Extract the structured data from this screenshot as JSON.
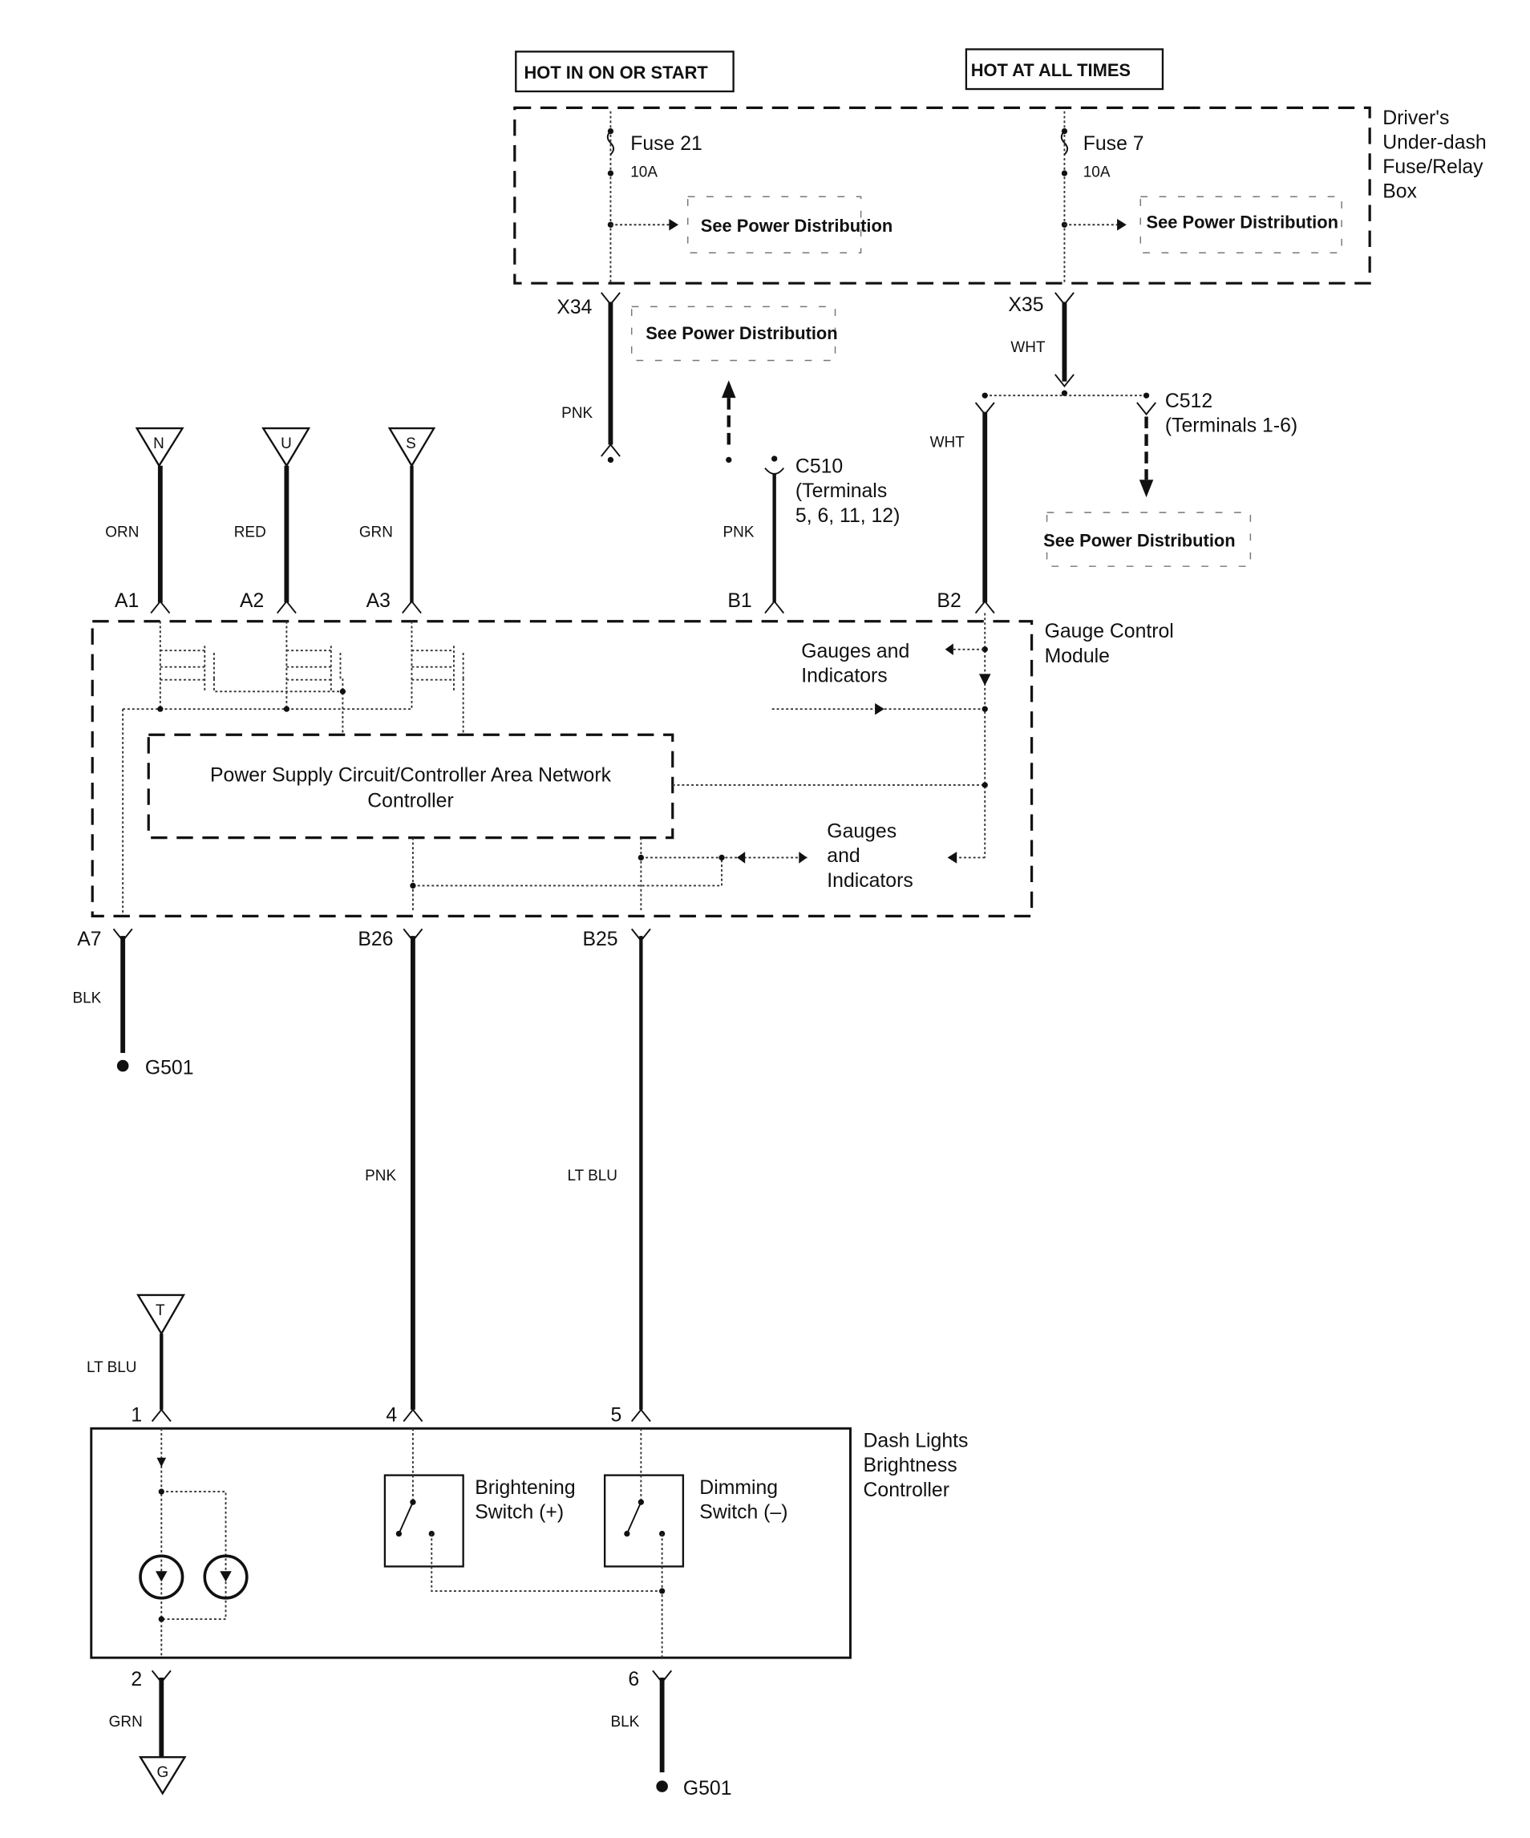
{
  "diagram": {
    "title": "Dash Lights Brightness Controller Circuit",
    "power_labels": {
      "ign": "HOT IN ON OR START",
      "bat": "HOT AT ALL TIMES"
    },
    "fuse_box": {
      "label_lines": [
        "Driver's",
        "Under-dash",
        "Fuse/Relay",
        "Box"
      ]
    },
    "fuses": [
      {
        "name": "Fuse 21",
        "rating": "10A"
      },
      {
        "name": "Fuse 7",
        "rating": "10A"
      }
    ],
    "see_power": "See Power Distribution",
    "connectors": {
      "x34": "X34",
      "x35": "X35",
      "c510": "C510",
      "c510_terms_1": "(Terminals",
      "c510_terms_2": "5, 6, 11, 12)",
      "c512": "C512",
      "c512_terms": "(Terminals 1-6)"
    },
    "wires": {
      "x34": "PNK",
      "x35": "WHT",
      "b2": "WHT",
      "b1": "PNK",
      "a1": "ORN",
      "a2": "RED",
      "a3": "GRN",
      "a7": "BLK",
      "b26": "PNK",
      "b25": "LT BLU",
      "t1": "LT BLU",
      "t2": "GRN",
      "t6": "BLK"
    },
    "flags": {
      "n": "N",
      "u": "U",
      "s": "S",
      "t": "T",
      "g": "G"
    },
    "pins": {
      "a1": "A1",
      "a2": "A2",
      "a3": "A3",
      "b1": "B1",
      "b2": "B2",
      "a7": "A7",
      "b26": "B26",
      "b25": "B25",
      "p1": "1",
      "p4": "4",
      "p5": "5",
      "p2": "2",
      "p6": "6"
    },
    "gcm": {
      "label_1": "Gauge Control",
      "label_2": "Module",
      "psu_1": "Power Supply Circuit/Controller Area Network",
      "psu_2": "Controller",
      "gauges_top_1": "Gauges and",
      "gauges_top_2": "Indicators",
      "gauges_bot_1": "Gauges",
      "gauges_bot_2": "and",
      "gauges_bot_3": "Indicators"
    },
    "grounds": {
      "g1": "G501",
      "g2": "G501"
    },
    "controller": {
      "label_1": "Dash Lights",
      "label_2": "Brightness",
      "label_3": "Controller",
      "bright_1": "Brightening",
      "bright_2": "Switch (+)",
      "dim_1": "Dimming",
      "dim_2": "Switch (–)"
    }
  }
}
